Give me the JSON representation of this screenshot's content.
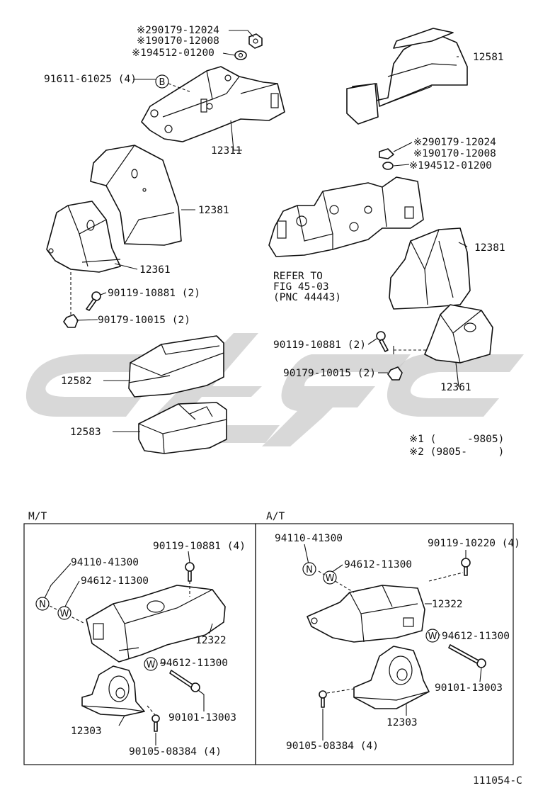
{
  "figure_id": "111054-C",
  "sections": {
    "mt": "M/T",
    "at": "A/T"
  },
  "legend": {
    "note1": "※1 (     -9805)",
    "note2": "※2 (9805-     )"
  },
  "refer": {
    "line1": "REFER TO",
    "line2": "FIG 45-03",
    "line3": "(PNC 44443)"
  },
  "circle_letters": {
    "b": "B",
    "n": "N",
    "w": "W"
  },
  "labels": {
    "nut_a_2": "※290179-12024",
    "nut_a_1": "※190170-12008",
    "washer_a": "※194512-01200",
    "bolt_91611": "91611-61025 (4)",
    "p12581": "12581",
    "p12311": "12311",
    "nut_b_2": "※290179-12024",
    "nut_b_1": "※190170-12008",
    "washer_b": "※194512-01200",
    "p12381_l": "12381",
    "p12381_r": "12381",
    "p12361_l": "12361",
    "p12361_r": "12361",
    "bolt_l": "90119-10881 (2)",
    "nut_l": "90179-10015 (2)",
    "bolt_r": "90119-10881 (2)",
    "nut_r": "90179-10015 (2)",
    "p12582": "12582",
    "p12583": "12583",
    "mt_bolt_top": "90119-10881 (4)",
    "mt_n": "94110-41300",
    "mt_w": "94612-11300",
    "mt_12322": "12322",
    "mt_w2": "94612-11300",
    "mt_12303": "12303",
    "mt_90101": "90101-13003",
    "mt_90105": "90105-08384 (4)",
    "at_n": "94110-41300",
    "at_w": "94612-11300",
    "at_bolt_top": "90119-10220 (4)",
    "at_12322": "12322",
    "at_w2": "94612-11300",
    "at_90101": "90101-13003",
    "at_12303": "12303",
    "at_90105": "90105-08384 (4)"
  }
}
